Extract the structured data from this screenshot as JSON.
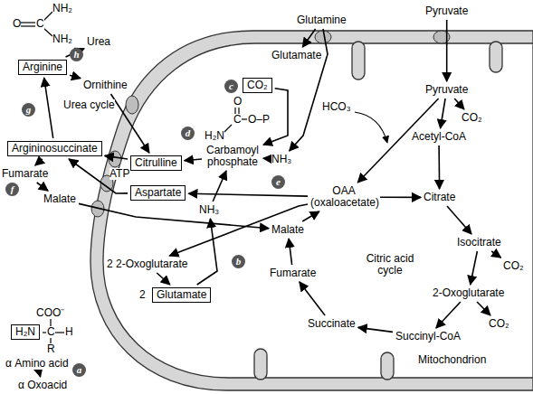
{
  "diagram": {
    "nodes": [
      {
        "text": [
          "Mitochondrion"
        ]
      },
      {
        "text": [
          "Urea"
        ]
      },
      {
        "text": [
          "Arginine"
        ]
      },
      {
        "text": [
          "Ornithine"
        ]
      },
      {
        "text": [
          "Argininosuccinate"
        ]
      },
      {
        "text": [
          "Fumarate"
        ]
      },
      {
        "text": [
          "Malate"
        ]
      },
      {
        "text": [
          "Citrulline"
        ],
        "in": 0
      },
      {
        "text": [
          "Aspartate"
        ],
        "in": 0
      },
      {
        "text": [
          "Glutamine"
        ]
      },
      {
        "text": [
          "Pyruvate"
        ]
      },
      {
        "text": [
          "H₂N"
        ]
      },
      {
        "text": [
          "α Amino acid"
        ]
      },
      {
        "text": [
          "α Oxoacid"
        ]
      },
      {
        "text": [
          "CO₂"
        ],
        "in": 0
      },
      {
        "text": [
          "Carbamoyl phosphate"
        ],
        "in": 0
      },
      {
        "text": [
          "Glutamate"
        ],
        "in": 0
      },
      {
        "text": [
          "NH₃"
        ],
        "in": 0
      },
      {
        "text": [
          "NH₃"
        ],
        "in": 0
      },
      {
        "text": [
          "2 2-Oxoglutarate"
        ],
        "in": 0
      },
      {
        "text": [
          "Glutamate"
        ],
        "in": 0
      },
      {
        "text": [
          "Pyruvate"
        ],
        "in": 0
      },
      {
        "text": [
          "CO₂"
        ],
        "in": 0
      },
      {
        "text": [
          "Acetyl-CoA"
        ],
        "in": 0
      },
      {
        "text": [
          "OAA (oxaloacetate)"
        ],
        "in": 0
      },
      {
        "text": [
          "Citrate"
        ],
        "in": 0
      },
      {
        "text": [
          "Isocitrate"
        ],
        "in": 0
      },
      {
        "text": [
          "CO₂"
        ],
        "in": 0
      },
      {
        "text": [
          "2-Oxoglutarate"
        ],
        "in": 0
      },
      {
        "text": [
          "CO₂"
        ],
        "in": 0
      },
      {
        "text": [
          "Succinyl-CoA"
        ],
        "in": 0
      },
      {
        "text": [
          "Succinate"
        ],
        "in": 0
      },
      {
        "text": [
          "Fumarate"
        ],
        "in": 0
      },
      {
        "text": [
          "Malate"
        ],
        "in": 0
      }
    ],
    "edges": [
      {
        "from": 2,
        "to": 1,
        "arrow": "to"
      },
      {
        "from": 2,
        "to": 3,
        "arrow": "to"
      },
      {
        "from": 3,
        "to": 7,
        "arrow": "to"
      },
      {
        "from": 15,
        "to": 7,
        "arrow": "to"
      },
      {
        "from": 7,
        "to": 4,
        "arrow": "to"
      },
      {
        "from": 8,
        "to": 4,
        "arrow": "to"
      },
      {
        "from": 4,
        "to": 2,
        "arrow": "to"
      },
      {
        "from": 4,
        "to": 5,
        "arrow": "to"
      },
      {
        "from": 5,
        "to": 6,
        "arrow": "to"
      },
      {
        "from": 6,
        "to": 33,
        "arrow": "to"
      },
      {
        "from": 14,
        "to": 15,
        "arrow": "to"
      },
      {
        "from": 17,
        "to": 15,
        "arrow": "to"
      },
      {
        "from": 18,
        "to": 15,
        "arrow": "to"
      },
      {
        "from": 9,
        "to": 16,
        "arrow": "to"
      },
      {
        "from": 9,
        "to": 17,
        "arrow": "to"
      },
      {
        "from": 24,
        "to": 8,
        "arrow": "to"
      },
      {
        "from": 24,
        "to": 19,
        "arrow": "to"
      },
      {
        "from": 20,
        "to": 18,
        "arrow": "to"
      },
      {
        "from": 19,
        "to": 20,
        "arrow": "to"
      },
      {
        "from": 12,
        "to": 13,
        "arrow": "to"
      },
      {
        "from": 10,
        "to": 21,
        "arrow": "to"
      },
      {
        "from": 21,
        "to": 22,
        "arrow": "to"
      },
      {
        "from": 21,
        "to": 23,
        "arrow": "to"
      },
      {
        "from": 21,
        "to": 24,
        "arrow": "to"
      },
      {
        "from": 23,
        "to": 25,
        "arrow": "to"
      },
      {
        "from": 24,
        "to": 25,
        "arrow": "to"
      },
      {
        "from": 25,
        "to": 26,
        "arrow": "to"
      },
      {
        "from": 26,
        "to": 27,
        "arrow": "to"
      },
      {
        "from": 26,
        "to": 28,
        "arrow": "to"
      },
      {
        "from": 28,
        "to": 29,
        "arrow": "to"
      },
      {
        "from": 28,
        "to": 30,
        "arrow": "to"
      },
      {
        "from": 30,
        "to": 31,
        "arrow": "to"
      },
      {
        "from": 31,
        "to": 32,
        "arrow": "to"
      },
      {
        "from": 32,
        "to": 33,
        "arrow": "to"
      },
      {
        "from": 33,
        "to": 24,
        "arrow": "to"
      }
    ],
    "labels": [
      "NH₂",
      "O",
      "C",
      "NH₂",
      "h",
      "Urea cycle",
      "g",
      "ATP",
      "f",
      "d",
      "c",
      "O",
      "C",
      "O–P",
      "H₂N",
      "e",
      "b",
      "2",
      "COO⁻",
      "C",
      "H",
      "R",
      "a",
      "HCO₃",
      "Citric acid cycle"
    ]
  }
}
